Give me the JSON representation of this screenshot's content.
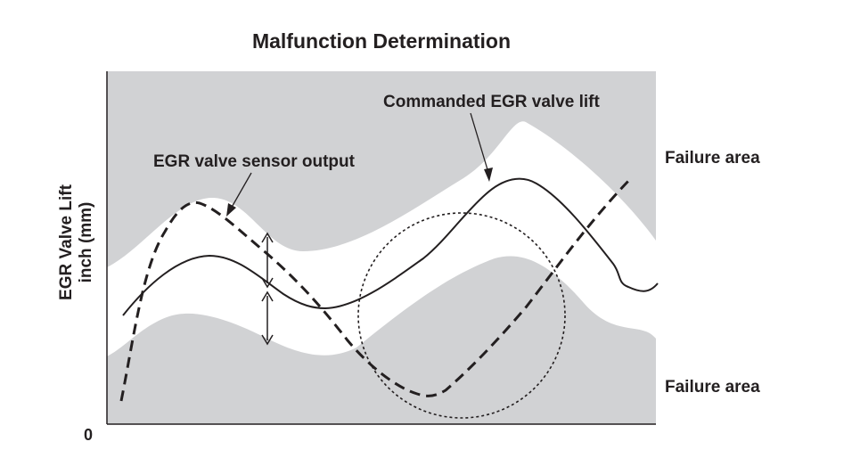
{
  "title": "Malfunction Determination",
  "y_axis": {
    "label_line1": "EGR Valve Lift",
    "label_line2": "inch (mm)",
    "origin_label": "0"
  },
  "annotations": {
    "commanded": "Commanded EGR valve lift",
    "sensor": "EGR valve sensor output",
    "failure_upper": "Failure area",
    "failure_lower": "Failure area"
  },
  "colors": {
    "failure_fill": "#d1d2d4",
    "normal_band": "#ffffff",
    "line": "#231f20"
  }
}
